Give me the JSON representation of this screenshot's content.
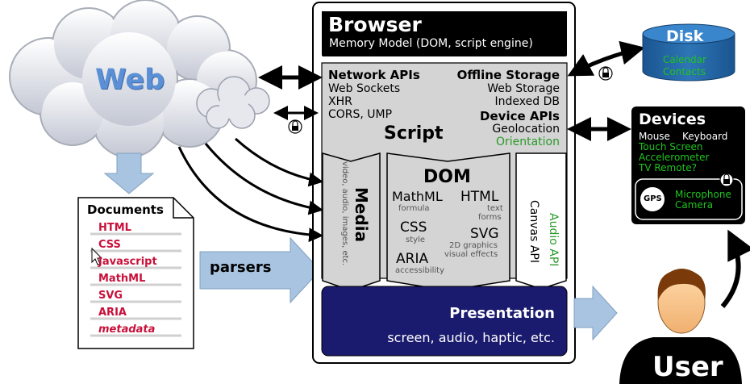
{
  "web": {
    "title": "Web"
  },
  "documents": {
    "title": "Documents",
    "items": [
      "HTML",
      "CSS",
      "Javascript",
      "MathML",
      "SVG",
      "ARIA",
      "metadata"
    ]
  },
  "parsers": {
    "label": "parsers"
  },
  "browser": {
    "title": "Browser",
    "subtitle": "Memory Model (DOM, script engine)",
    "script": {
      "label": "Script",
      "network_title": "Network APIs",
      "network_items": [
        "Web Sockets",
        "XHR",
        "CORS, UMP"
      ],
      "offline_title": "Offline Storage",
      "offline_items": [
        "Web Storage",
        "Indexed DB"
      ],
      "device_title": "Device APIs",
      "device_items": [
        "Geolocation",
        "Orientation"
      ]
    },
    "media": {
      "title": "Media",
      "sub": "video, audio, images, etc."
    },
    "dom": {
      "title": "DOM",
      "mathml": "MathML",
      "mathml_sub": "formula",
      "html": "HTML",
      "html_sub1": "text",
      "html_sub2": "forms",
      "css": "CSS",
      "css_sub": "style",
      "svg": "SVG",
      "svg_sub1": "2D graphics",
      "svg_sub2": "visual effects",
      "aria": "ARIA",
      "aria_sub": "accessibility"
    },
    "canvas": "Canvas API",
    "audio": "Audio API",
    "presentation": {
      "title": "Presentation",
      "sub": "screen, audio, haptic, etc."
    }
  },
  "disk": {
    "title": "Disk",
    "items": [
      "Calendar",
      "Contacts"
    ]
  },
  "devices": {
    "title": "Devices",
    "row1a": "Mouse",
    "row1b": "Keyboard",
    "items": [
      "Touch Screen",
      "Accelerometer",
      "TV Remote?"
    ],
    "gps": "GPS",
    "secure_items": [
      "Microphone",
      "Camera"
    ]
  },
  "user": {
    "label": "User"
  },
  "colors": {
    "navy": "#1a1a6e",
    "accent_green": "#1fc41f",
    "web_blue": "#5b8fd6",
    "doc_red": "#c8103a"
  }
}
